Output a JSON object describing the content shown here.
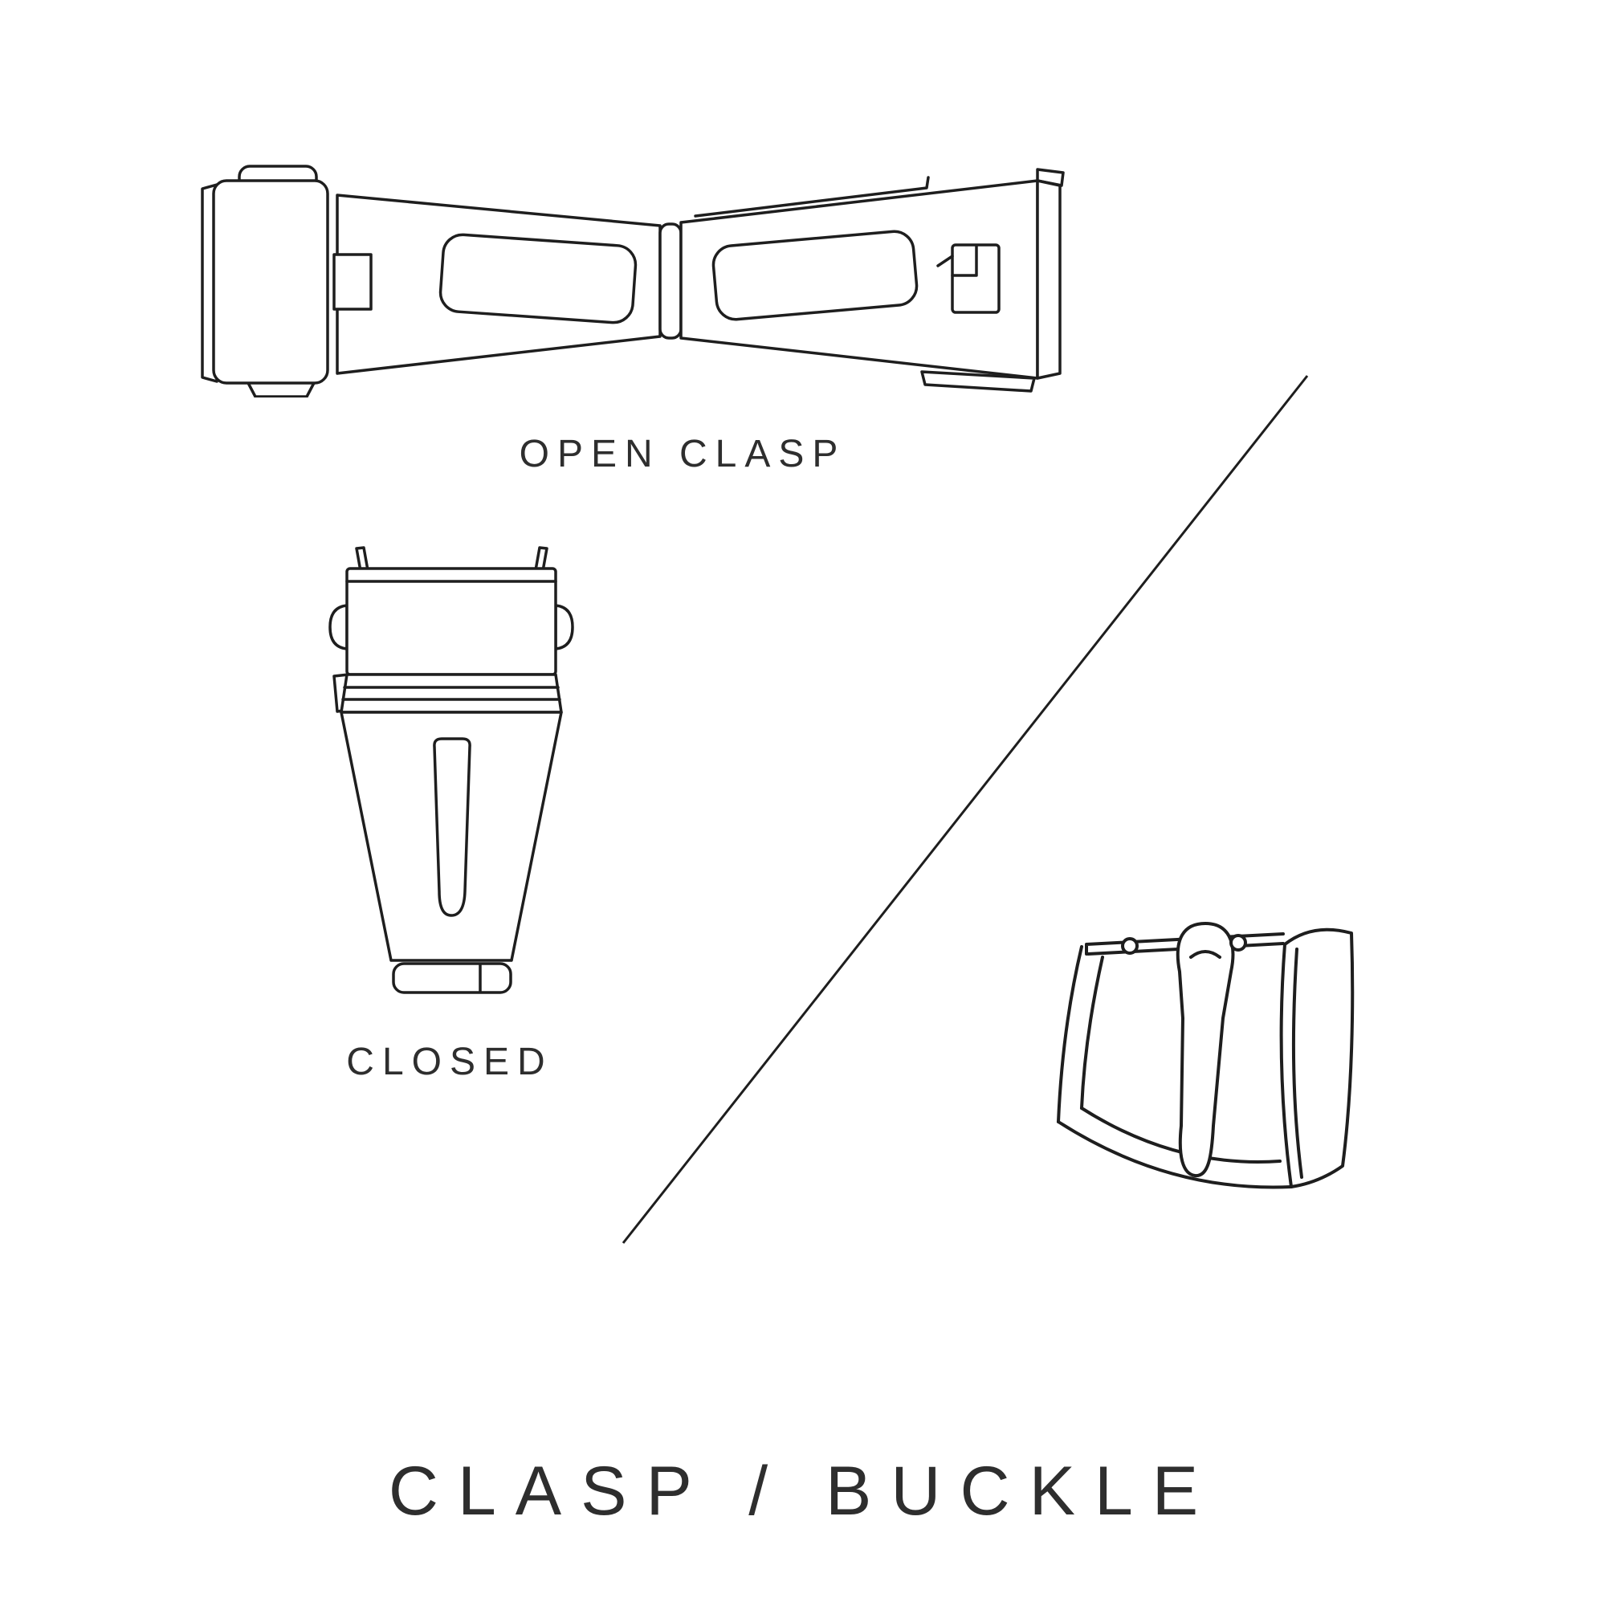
{
  "page": {
    "background": "#ffffff"
  },
  "palette": {
    "line_color": "#1e1e1e",
    "text_color": "#2e2e2e"
  },
  "labels": {
    "open_clasp": "OPEN CLASP",
    "closed": "CLOSED"
  },
  "title": {
    "text": "CLASP / BUCKLE"
  },
  "illustrations": [
    {
      "name": "open-clasp-illustration"
    },
    {
      "name": "closed-clasp-illustration"
    },
    {
      "name": "tang-buckle-illustration"
    }
  ],
  "divider": {
    "name": "diagonal-divider-line"
  }
}
